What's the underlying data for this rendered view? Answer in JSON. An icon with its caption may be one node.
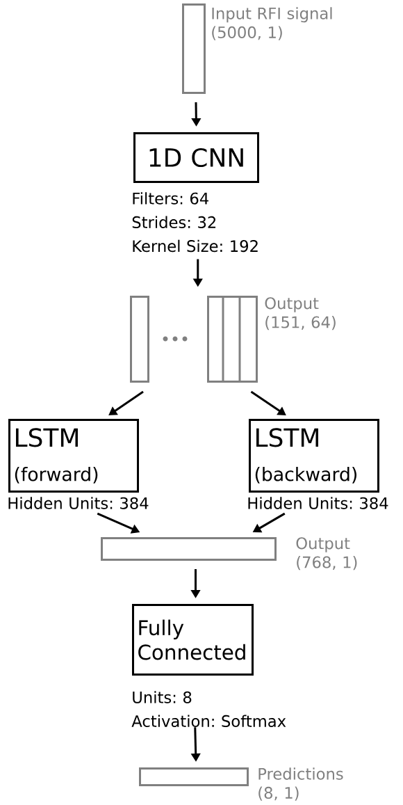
{
  "diagram": {
    "nodes": [
      {
        "text": [],
        "shape": "bar",
        "beside": [
          "Input RFI signal (5000, 1)"
        ]
      },
      {
        "text": [
          "1D CNN"
        ]
      },
      {
        "text": [
          "Filters: 64",
          "Strides: 32",
          "Kernel Size: 192"
        ]
      },
      {
        "text": [],
        "shape": "bar"
      },
      {
        "text": [],
        "shape": "bar",
        "beside": [
          "Output (151, 64)"
        ]
      },
      {
        "text": [
          "LSTM",
          "(forward)"
        ]
      },
      {
        "text": [
          "Hidden Units: 384"
        ]
      },
      {
        "text": [
          "LSTM",
          "(backward)"
        ]
      },
      {
        "text": [
          "Hidden Units: 384"
        ]
      },
      {
        "text": [],
        "shape": "bar",
        "beside": [
          "Output (768, 1)"
        ]
      },
      {
        "text": [
          "Fully Connected"
        ]
      },
      {
        "text": [
          "Units: 8",
          "Activation: Softmax"
        ]
      },
      {
        "text": [],
        "shape": "bar",
        "beside": [
          "Predictions (8, 1)"
        ]
      }
    ],
    "edges": [
      {
        "from": 0,
        "to": 1,
        "arrow": "to"
      },
      {
        "from": 2,
        "to": null,
        "arrow": "to"
      },
      {
        "from": 3,
        "to": 5,
        "arrow": "to"
      },
      {
        "from": 4,
        "to": 7,
        "arrow": "to"
      },
      {
        "from": 6,
        "to": 9,
        "arrow": "to"
      },
      {
        "from": 8,
        "to": 9,
        "arrow": "to"
      },
      {
        "from": 9,
        "to": 10,
        "arrow": "to"
      },
      {
        "from": 11,
        "to": 12,
        "arrow": "to"
      }
    ]
  }
}
